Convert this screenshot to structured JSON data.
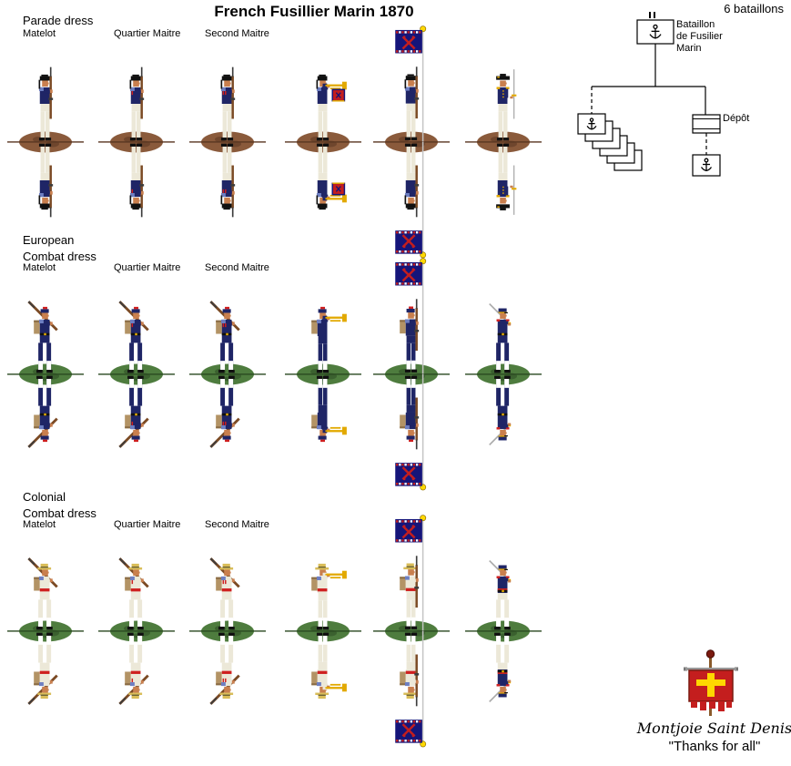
{
  "title": "French Fusillier Marin 1870",
  "battalions_note": "6 bataillons",
  "org_chart": {
    "strength_mark": "II",
    "unit_label_lines": [
      "Bataillon",
      "de Fusilier",
      "Marin"
    ],
    "depot_label": "Dépôt",
    "subordinate_company_count": 6,
    "unit_icon": "anchor-icon",
    "depot_subunit_icon": "anchor-icon"
  },
  "sections": [
    {
      "id": "parade",
      "dress_label_lines": [
        "Parade dress"
      ],
      "rank_labels": [
        "Matelot",
        "Quartier Maitre",
        "Second Maitre"
      ],
      "colorway": "parade",
      "base_color": "#8a5a3b",
      "base_shade": "#5a3722",
      "figures": [
        {
          "role": "matelot",
          "type": "rifleman-stand",
          "rank_marks": 0
        },
        {
          "role": "quartier-maitre",
          "type": "rifleman-stand",
          "rank_marks": 1
        },
        {
          "role": "second-maitre",
          "type": "rifleman-stand",
          "rank_marks": 2
        },
        {
          "role": "clairon",
          "type": "bugler",
          "bugle_banner": true
        },
        {
          "role": "porte-drapeau",
          "type": "flagbearer"
        },
        {
          "role": "officier",
          "type": "officer-stand"
        }
      ]
    },
    {
      "id": "european",
      "dress_label_lines": [
        "European",
        "Combat dress"
      ],
      "rank_labels": [
        "Matelot",
        "Quartier Maitre",
        "Second Maitre"
      ],
      "colorway": "european",
      "base_color": "#4e7c3e",
      "base_shade": "#2b4a22",
      "figures": [
        {
          "role": "matelot",
          "type": "rifleman-march",
          "rank_marks": 0
        },
        {
          "role": "quartier-maitre",
          "type": "rifleman-march",
          "rank_marks": 1
        },
        {
          "role": "second-maitre",
          "type": "rifleman-march",
          "rank_marks": 2
        },
        {
          "role": "clairon",
          "type": "bugler",
          "bugle_banner": false
        },
        {
          "role": "porte-drapeau",
          "type": "flagbearer"
        },
        {
          "role": "officier",
          "type": "officer-march"
        }
      ]
    },
    {
      "id": "colonial",
      "dress_label_lines": [
        "Colonial",
        "Combat dress"
      ],
      "rank_labels": [
        "Matelot",
        "Quartier Maitre",
        "Second Maitre"
      ],
      "colorway": "colonial",
      "base_color": "#4e7c3e",
      "base_shade": "#2b4a22",
      "figures": [
        {
          "role": "matelot",
          "type": "rifleman-march",
          "rank_marks": 0
        },
        {
          "role": "quartier-maitre",
          "type": "rifleman-march",
          "rank_marks": 1
        },
        {
          "role": "second-maitre",
          "type": "rifleman-march",
          "rank_marks": 2
        },
        {
          "role": "clairon",
          "type": "bugler",
          "bugle_banner": false
        },
        {
          "role": "porte-drapeau",
          "type": "flagbearer"
        },
        {
          "role": "officier",
          "type": "officer-march"
        }
      ]
    }
  ],
  "flag": {
    "field_color": "#15157a",
    "emblem": "crossed-red-anchors",
    "border": "red-white-checks",
    "finial": "yellow-ball"
  },
  "footer": {
    "motto": "Montjoie Saint Denis",
    "thanks_quote": "\"Thanks for all\""
  },
  "palette": {
    "navy": "#1f2566",
    "navyDark": "#14193f",
    "lightBlue": "#6e7fc2",
    "cream": "#ece8d8",
    "white": "#ffffff",
    "skin": "#c97f4e",
    "black": "#101010",
    "red": "#cf1f1f",
    "gold": "#e2a900",
    "yellow": "#ffd800",
    "rifleWood": "#7b4a24",
    "rifleDark": "#3c3c3c",
    "tan": "#b39365",
    "tanDark": "#8a6c45",
    "poleGrey": "#c4c4c4",
    "swordGrey": "#a9a9a9",
    "flagNavy": "#15157a",
    "bannerRed": "#c41e1e",
    "straw": "#d9bd59",
    "strawBand": "#6b6336",
    "bannerPoleBrown": "#8a5a2a",
    "finialDarkRed": "#7a1a10"
  }
}
